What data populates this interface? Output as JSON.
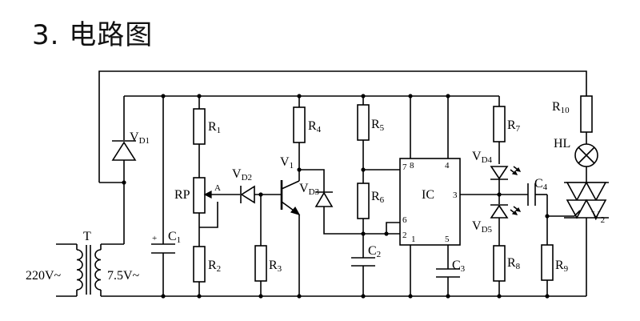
{
  "header": {
    "title": "3. 电路图"
  },
  "labels": {
    "T": "T",
    "vin": "220V~",
    "vsec": "7.5V~",
    "vd1": {
      "main": "V",
      "sub": "D1"
    },
    "c1": {
      "main": "C",
      "sub": "1"
    },
    "plus": "+",
    "r1": {
      "main": "R",
      "sub": "1"
    },
    "rp": "RP",
    "a": "A",
    "r2": {
      "main": "R",
      "sub": "2"
    },
    "vd2": {
      "main": "V",
      "sub": "D2"
    },
    "r3": {
      "main": "R",
      "sub": "3"
    },
    "r4": {
      "main": "R",
      "sub": "4"
    },
    "v1": {
      "main": "V",
      "sub": "1"
    },
    "vd3": {
      "main": "V",
      "sub": "D3"
    },
    "r5": {
      "main": "R",
      "sub": "5"
    },
    "r6": {
      "main": "R",
      "sub": "6"
    },
    "c2": {
      "main": "C",
      "sub": "2"
    },
    "ic": "IC",
    "pins": {
      "p7": "7",
      "p8": "8",
      "p4": "4",
      "p3": "3",
      "p6": "6",
      "p2": "2",
      "p1": "1",
      "p5": "5"
    },
    "c3": {
      "main": "C",
      "sub": "3"
    },
    "r7": {
      "main": "R",
      "sub": "7"
    },
    "vd4": {
      "main": "V",
      "sub": "D4"
    },
    "vd5": {
      "main": "V",
      "sub": "D5"
    },
    "c4": {
      "main": "C",
      "sub": "4"
    },
    "r8": {
      "main": "R",
      "sub": "8"
    },
    "r9": {
      "main": "R",
      "sub": "9"
    },
    "r10": {
      "main": "R",
      "sub": "10"
    },
    "hl": "HL",
    "v2": {
      "main": "V",
      "sub": "2"
    }
  }
}
